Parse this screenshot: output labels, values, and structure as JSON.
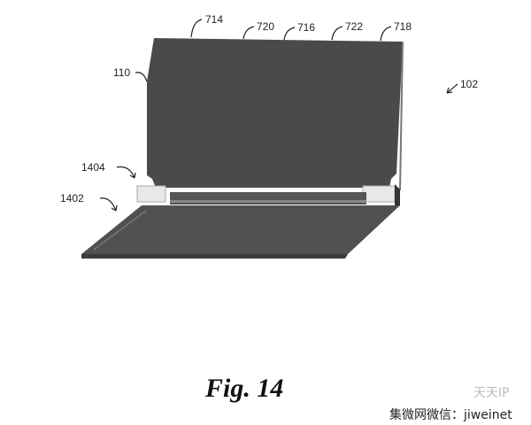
{
  "figure": {
    "caption": "Fig. 14",
    "reference_labels": [
      "714",
      "720",
      "716",
      "722",
      "718",
      "110",
      "102",
      "1404",
      "1402"
    ]
  },
  "watermark": {
    "brand": "天天IP",
    "text": "集微网微信：jiweinet"
  },
  "colors": {
    "display": "#4a4a4a",
    "base": "#505050",
    "hinge": "#e8e8e8"
  }
}
